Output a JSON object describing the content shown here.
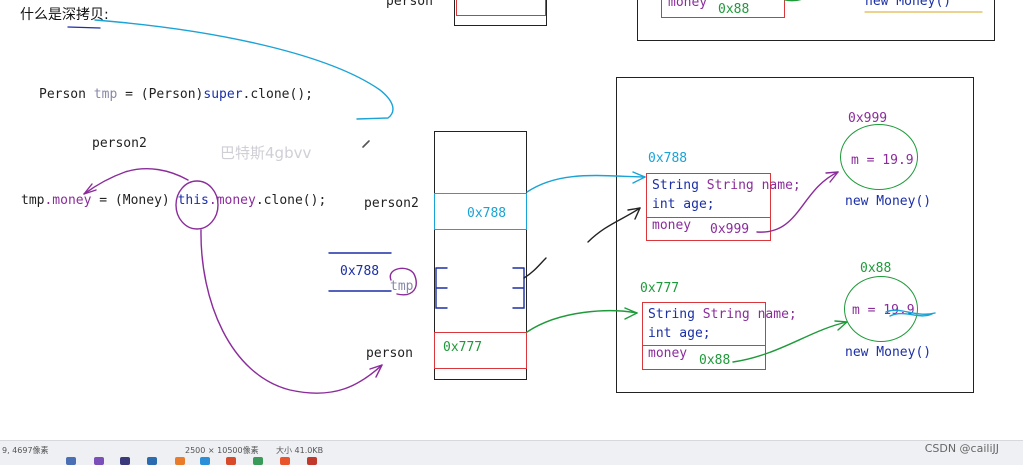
{
  "header": {
    "title": "什么是深拷贝:"
  },
  "code": {
    "line1": {
      "type": "Person",
      "var": "tmp",
      "cast": "(Person)",
      "kw": "super",
      "rest": ".clone();"
    },
    "person2_label": "person2",
    "line2": {
      "var": "tmp",
      "dot_field": ".money",
      "eq": " = (Money)",
      "kw": "this",
      "rest_field": ".money",
      "rest": ".clone();"
    }
  },
  "watermark": "巴特斯4gbvv",
  "stack": {
    "top_label": "person",
    "person2_label": "person2",
    "person2_value": "0x788",
    "tmp_left_value": "0x788",
    "tmp_label": "tmp",
    "person_label": "person",
    "person_value": "0x777"
  },
  "top_right": {
    "money_label": "money",
    "value": "0x88",
    "new_money": "new Money()"
  },
  "obj_788": {
    "address": "0x788",
    "field1": "String name;",
    "field2": "int age;",
    "money_label": "money",
    "money_value": "0x999"
  },
  "obj_777": {
    "address": "0x777",
    "field1": "String name;",
    "field2": "int age;",
    "money_label": "money",
    "money_value": "0x88"
  },
  "money_999": {
    "address": "0x999",
    "content": "m = 19.9",
    "new_money": "new Money()"
  },
  "money_88": {
    "address": "0x88",
    "content": "m = 19.9",
    "new_money": "new Money()"
  },
  "taskbar": {
    "left_info": "9, 4697像素",
    "size_info": "2500 × 10500像素",
    "file_info": "大小 41.0KB"
  },
  "credit": "CSDN @cailiJJ",
  "colors": {
    "red": "#d9373b",
    "purple": "#8b2c9b",
    "green": "#1f9a3a",
    "blue": "#1aa3d6",
    "navy": "#1b2fa6"
  }
}
